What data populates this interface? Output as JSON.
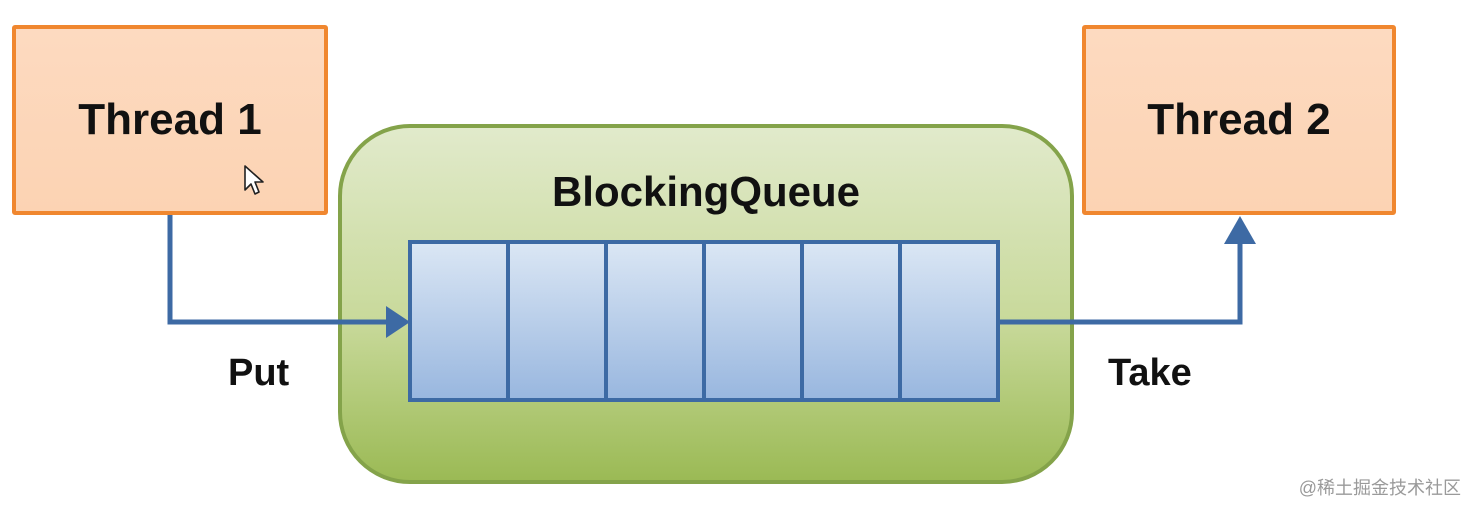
{
  "diagram": {
    "thread1": {
      "label": "Thread 1"
    },
    "thread2": {
      "label": "Thread 2"
    },
    "queue": {
      "title": "BlockingQueue",
      "slot_count": 6
    },
    "edges": [
      {
        "from": "Thread 1",
        "to": "BlockingQueue",
        "label": "Put"
      },
      {
        "from": "BlockingQueue",
        "to": "Thread 2",
        "label": "Take"
      }
    ],
    "colors": {
      "thread_border": "#f0872f",
      "thread_fill": "#fcd6b8",
      "queue_border": "#84a34a",
      "queue_fill": "#c8d99a",
      "slot_border": "#3d6aa4",
      "slot_fill": "#b8cde9",
      "arrow": "#3d6aa4"
    }
  },
  "watermark": "@稀土掘金技术社区"
}
